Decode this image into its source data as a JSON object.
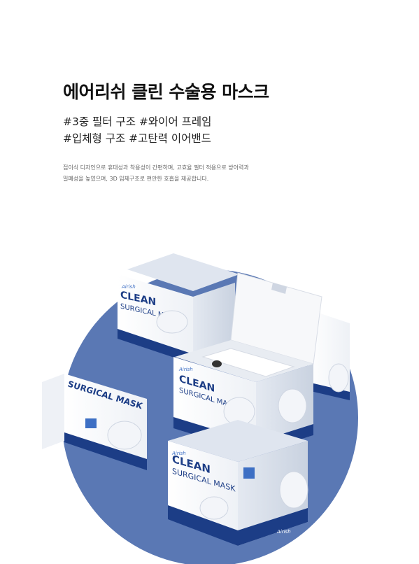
{
  "product": {
    "title": "에어리쉬 클린 수술용 마스크",
    "tags": [
      "#3중 필터 구조   #와이어 프레임",
      "#입체형 구조   #고탄력 이어밴드"
    ],
    "description": [
      "접이식 디자인으로 휴대성과 착용성이 간편하며, 고효율 필터 적용으로 방어력과",
      "밀폐성을 높였으며, 3D 입체구조로 편안한 호흡을 제공합니다."
    ]
  },
  "box": {
    "brand": "Airish",
    "line1": "CLEAN",
    "line2": "SURGICAL MASK"
  },
  "colors": {
    "circle": "#5a78b4",
    "box_navy": "#1c3d86",
    "box_blue": "#3d6fc4"
  }
}
